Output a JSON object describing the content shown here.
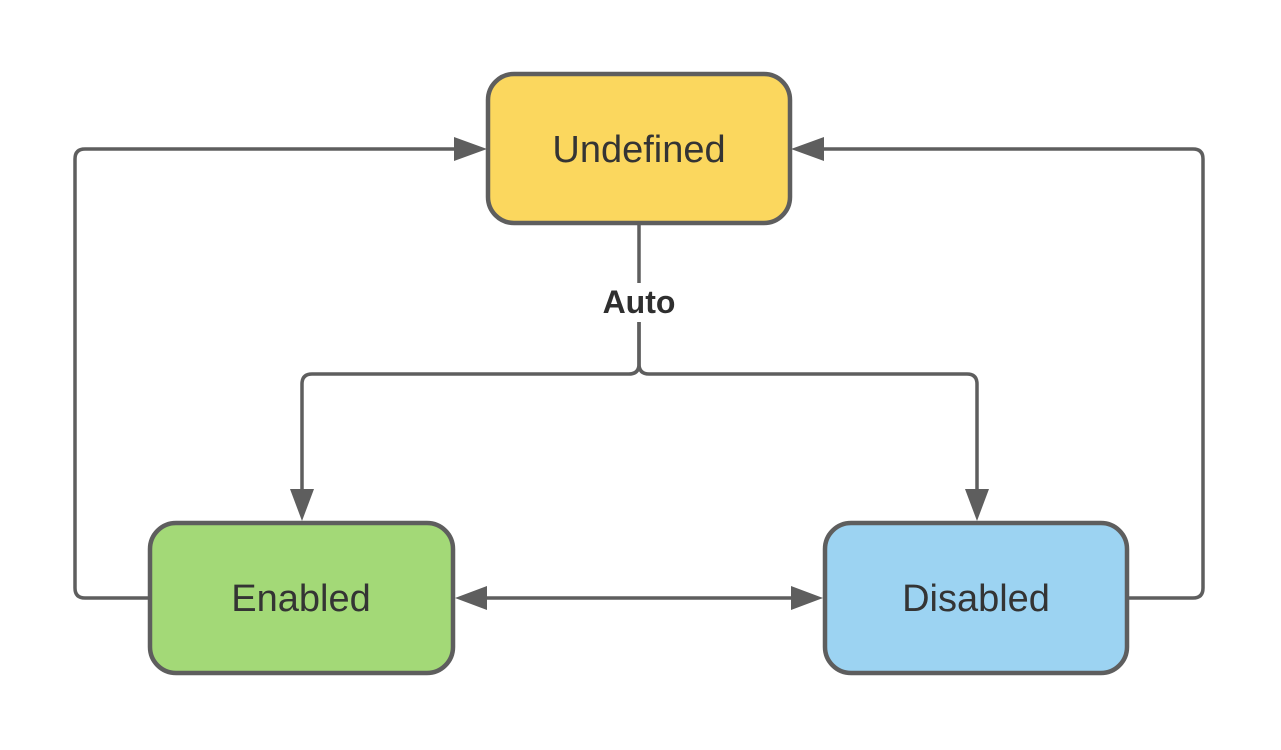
{
  "diagram": {
    "type": "state-diagram",
    "background": "#FFFFFF",
    "colors": {
      "connector": "#5E5E5E",
      "node_border": "#5E5E5E",
      "node_text": "#343434",
      "edge_label_text": "#2F2F2F"
    },
    "nodes": [
      {
        "id": "undefined",
        "label": "Undefined",
        "fill": "#FBD75E"
      },
      {
        "id": "enabled",
        "label": "Enabled",
        "fill": "#A3D977"
      },
      {
        "id": "disabled",
        "label": "Disabled",
        "fill": "#9CD3F2"
      }
    ],
    "edges": [
      {
        "from": "Undefined",
        "to": "Enabled",
        "label": "Auto",
        "direction": "one-way"
      },
      {
        "from": "Undefined",
        "to": "Disabled",
        "label": "Auto",
        "direction": "one-way"
      },
      {
        "from": "Enabled",
        "to": "Undefined",
        "label": "",
        "direction": "one-way"
      },
      {
        "from": "Disabled",
        "to": "Undefined",
        "label": "",
        "direction": "one-way"
      },
      {
        "from": "Enabled",
        "to": "Disabled",
        "label": "",
        "direction": "two-way"
      }
    ]
  }
}
